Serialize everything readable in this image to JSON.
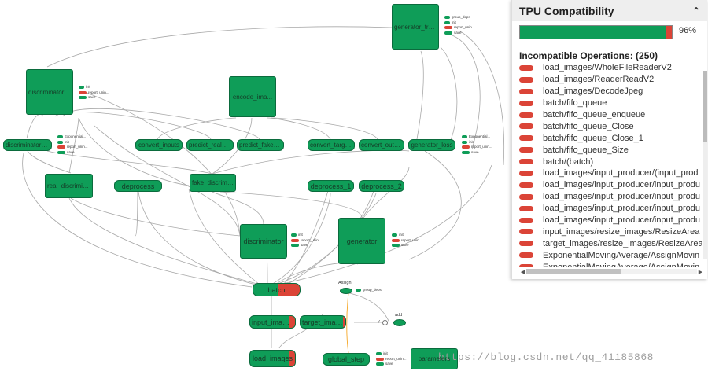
{
  "graph": {
    "nodes": {
      "generator_train": "generator_train",
      "discriminator_train": "discriminator_tr...",
      "encode_images": "encode_ima...",
      "discriminator_loss": "discriminator_loss",
      "convert_inputs": "convert_inputs",
      "predict_real_sum": "predict_real_sum...",
      "predict_fake_sum": "predict_fake_sum...",
      "convert_targets": "convert_targets",
      "convert_outputs": "convert_outp...",
      "generator_loss": "generator_loss",
      "real_discriminator": "real_discriminator",
      "deprocess": "deprocess",
      "fake_discriminator": "fake_discriminator",
      "deprocess_1": "deprocess_1",
      "deprocess_2": "deprocess_2",
      "discriminator": "discriminator",
      "generator": "generator",
      "batch": "batch",
      "input_images": "input_images",
      "target_images": "target_images",
      "load_images": "load_images",
      "global_step": "global_step",
      "parameters": "parameters"
    },
    "aux": {
      "group_deps": "group_deps",
      "init": "init",
      "report_uninit": "report_unin...",
      "save": "save",
      "exponential": "Exponential...",
      "assign": "Assign",
      "add": "add",
      "y": "y"
    }
  },
  "panel": {
    "title": "TPU Compatibility",
    "progress": {
      "percent": 96,
      "label": "96%"
    },
    "incompatible_header": "Incompatible Operations: (250)",
    "operations": [
      "load_images/WholeFileReaderV2",
      "load_images/ReaderReadV2",
      "load_images/DecodeJpeg",
      "batch/fifo_queue",
      "batch/fifo_queue_enqueue",
      "batch/fifo_queue_Close",
      "batch/fifo_queue_Close_1",
      "batch/fifo_queue_Size",
      "batch/(batch)",
      "load_images/input_producer/(input_prod",
      "load_images/input_producer/input_produ",
      "load_images/input_producer/input_produ",
      "load_images/input_producer/input_produ",
      "load_images/input_producer/input_produ",
      "input_images/resize_images/ResizeArea",
      "target_images/resize_images/ResizeArea",
      "ExponentialMovingAverage/AssignMovin",
      "ExponentialMovingAverage/AssignMovin"
    ]
  },
  "watermark": "https://blog.csdn.net/qq_41185868",
  "colors": {
    "compatible": "#0f9d58",
    "incompatible": "#db4437",
    "header_bg": "#eeeeee"
  },
  "icons": {
    "collapse": "chevron-up-icon"
  }
}
